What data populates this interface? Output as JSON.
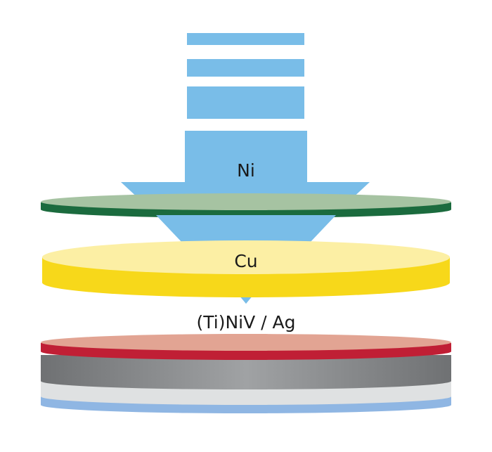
{
  "diagram": {
    "arrow_label": "Ni",
    "layers": {
      "cu_label": "Cu",
      "stack_label": "(Ti)NiV / Ag"
    }
  },
  "colors": {
    "arrow": "#79bde8",
    "green_disc_top": "#a6c3a2",
    "green_disc_edge": "#1b6b3e",
    "cu_top": "#fcefa4",
    "cu_edge": "#f7d81a",
    "red_top": "#e2a493",
    "red_edge": "#c01f35",
    "gray_band": "#8e9091",
    "light_band": "#dfe1e2",
    "blue_band": "#8fb6e3"
  }
}
